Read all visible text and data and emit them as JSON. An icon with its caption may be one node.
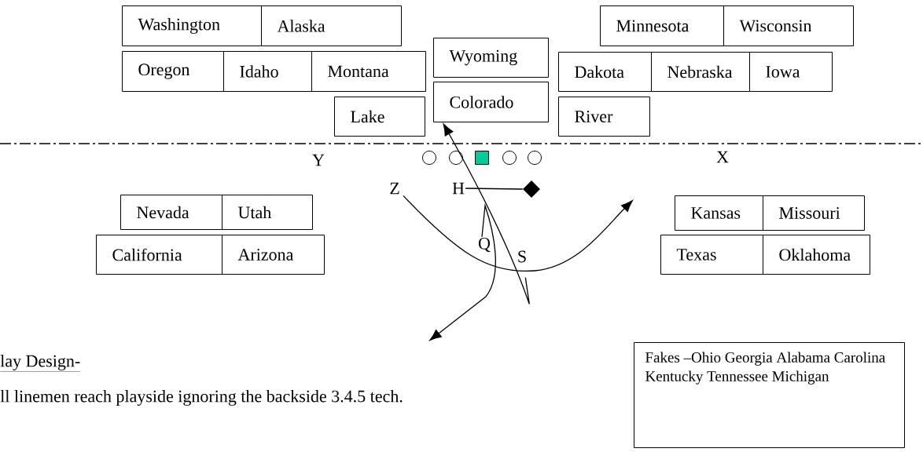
{
  "diagram": {
    "nodes": [
      {
        "text": [
          "Washington"
        ]
      },
      {
        "text": [
          "Alaska"
        ]
      },
      {
        "text": [
          "Minnesota"
        ]
      },
      {
        "text": [
          "Wisconsin"
        ]
      },
      {
        "text": [
          "Wyoming"
        ]
      },
      {
        "text": [
          "Oregon"
        ]
      },
      {
        "text": [
          "Idaho"
        ]
      },
      {
        "text": [
          "Montana"
        ]
      },
      {
        "text": [
          "Dakota"
        ]
      },
      {
        "text": [
          "Nebraska"
        ]
      },
      {
        "text": [
          "Iowa"
        ]
      },
      {
        "text": [
          "Colorado"
        ]
      },
      {
        "text": [
          "Lake"
        ]
      },
      {
        "text": [
          "River"
        ]
      },
      {
        "text": [],
        "shape": "circle"
      },
      {
        "text": [],
        "shape": "circle"
      },
      {
        "text": [],
        "shape": "box"
      },
      {
        "text": [],
        "shape": "circle"
      },
      {
        "text": [],
        "shape": "circle"
      },
      {
        "text": [
          "Z"
        ]
      },
      {
        "text": [
          "H"
        ]
      },
      {
        "text": [],
        "shape": "diamond"
      },
      {
        "text": [
          "Nevada"
        ]
      },
      {
        "text": [
          "Utah"
        ]
      },
      {
        "text": [
          "Kansas"
        ]
      },
      {
        "text": [
          "Missouri"
        ]
      },
      {
        "text": [
          "Q"
        ]
      },
      {
        "text": [
          "S"
        ]
      },
      {
        "text": [
          "California"
        ]
      },
      {
        "text": [
          "Arizona"
        ]
      },
      {
        "text": [
          "Texas"
        ]
      },
      {
        "text": [
          "Oklahoma"
        ]
      },
      {
        "text": [
          "Fakes –Ohio Georgia Alabama Carolina Kentucky Tennessee Michigan"
        ]
      }
    ],
    "edges": [
      {
        "from": 20,
        "to": 21,
        "arrow": "none"
      },
      {
        "from": 19,
        "to": null,
        "arrow": "to"
      },
      {
        "from": 27,
        "to": 11,
        "arrow": "to"
      },
      {
        "from": 26,
        "to": null,
        "arrow": "to"
      }
    ],
    "labels": [
      "Y",
      "X",
      "lay Design-",
      "ll linemen reach playside ignoring the backside 3.4.5 tech."
    ]
  }
}
